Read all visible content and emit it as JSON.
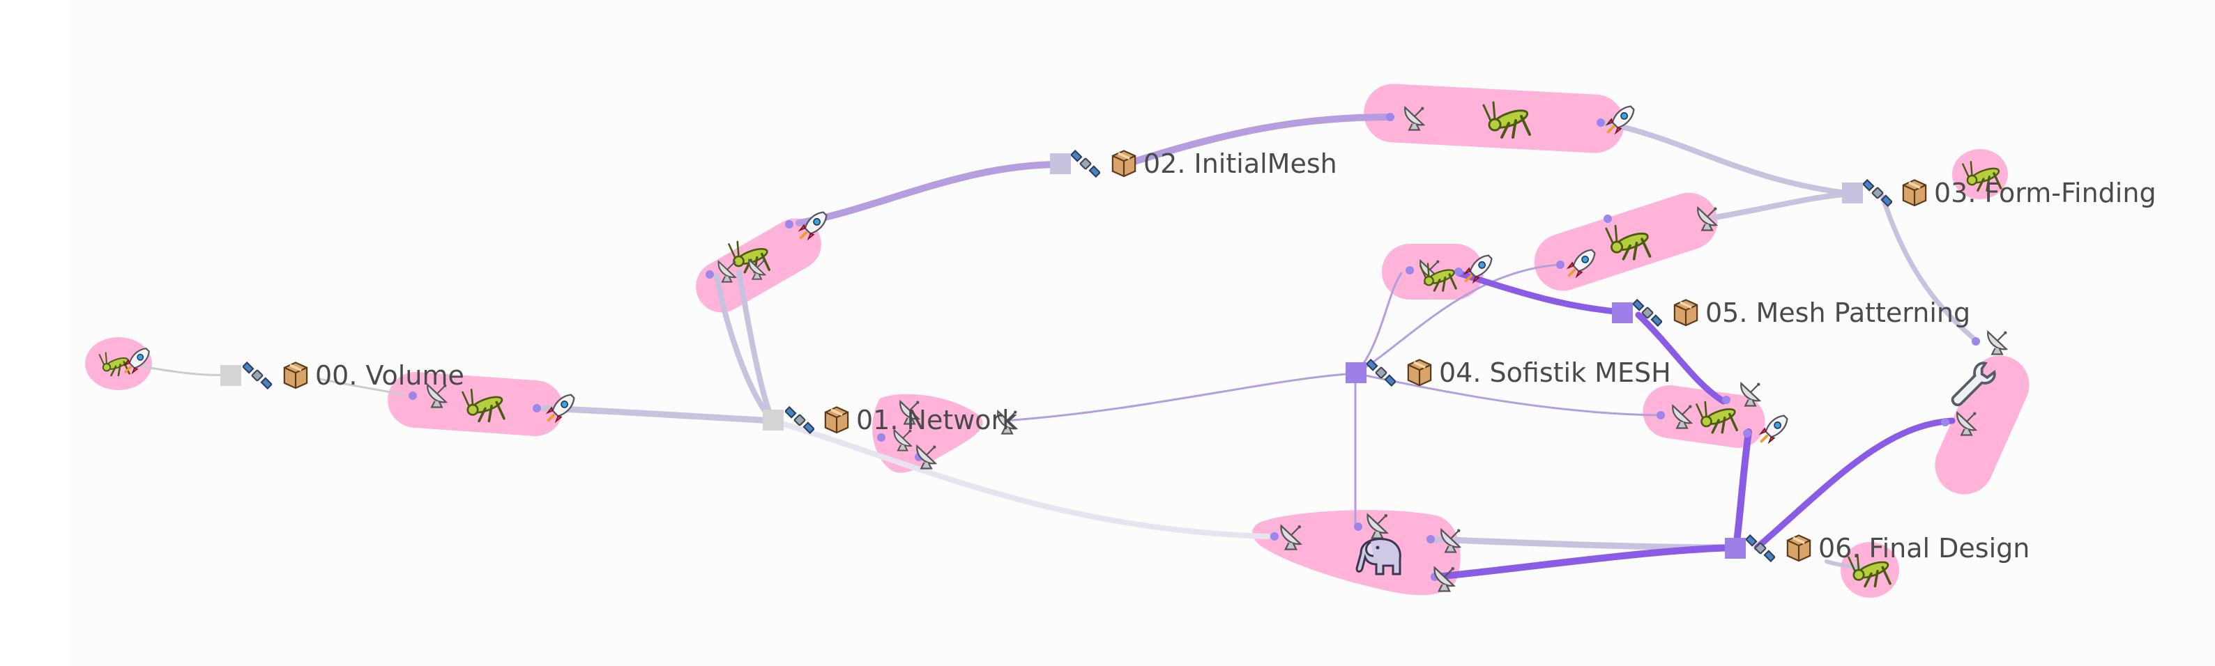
{
  "colors": {
    "canvas": "#fcfcfd",
    "group_fill": "#ffb3d9",
    "edge_light": "#c9c2de",
    "edge_mid": "#b49ee0",
    "edge_strong": "#8a5ce6",
    "edge_faint": "#e6e4ef",
    "edge_gray": "#cccccc",
    "port": "#9c86ea",
    "hub_gray": "#d4d4d4",
    "hub_purple": "#9d7fe8"
  },
  "icons": {
    "grasshopper": "grasshopper-icon",
    "rocket": "rocket-icon",
    "satellite": "satellite-icon",
    "package": "package-icon",
    "dish": "satellite-dish-icon",
    "elephant": "elephant-icon",
    "wrench": "wrench-icon"
  },
  "nodes": [
    {
      "id": "n00",
      "label": "00. Volume"
    },
    {
      "id": "n01",
      "label": "01. Network"
    },
    {
      "id": "n02",
      "label": "02. InitialMesh"
    },
    {
      "id": "n03",
      "label": "03. Form-Finding"
    },
    {
      "id": "n04",
      "label": "04. Sofistik MESH"
    },
    {
      "id": "n05",
      "label": "05. Mesh Patterning"
    },
    {
      "id": "n06",
      "label": "06. Final Design"
    }
  ]
}
